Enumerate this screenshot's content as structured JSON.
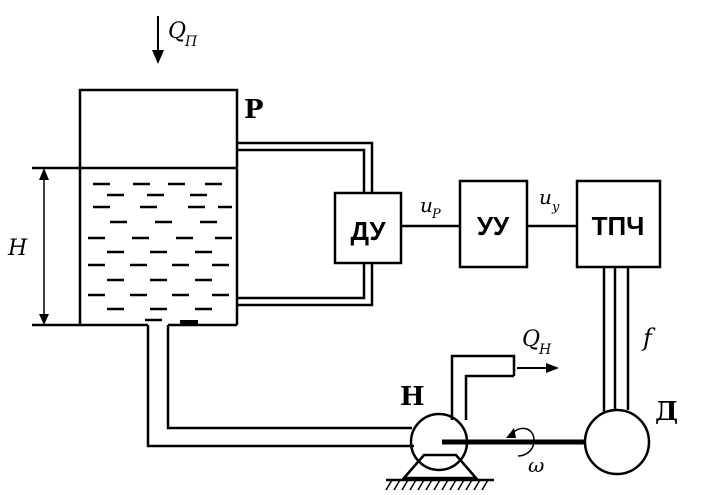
{
  "labels": {
    "q_p": "Q",
    "q_p_sub": "П",
    "tank_label": "Р",
    "level": "H",
    "sensor_block": "ДУ",
    "u_p": "u",
    "u_p_sub": "Р",
    "controller_block": "УУ",
    "u_y": "u",
    "u_y_sub": "у",
    "converter_block": "ТПЧ",
    "q_n": "Q",
    "q_n_sub": "Н",
    "pump_label": "Н",
    "freq": "f",
    "motor_label": "Д",
    "omega": "ω"
  },
  "colors": {
    "line": "#000000",
    "background": "#ffffff"
  }
}
